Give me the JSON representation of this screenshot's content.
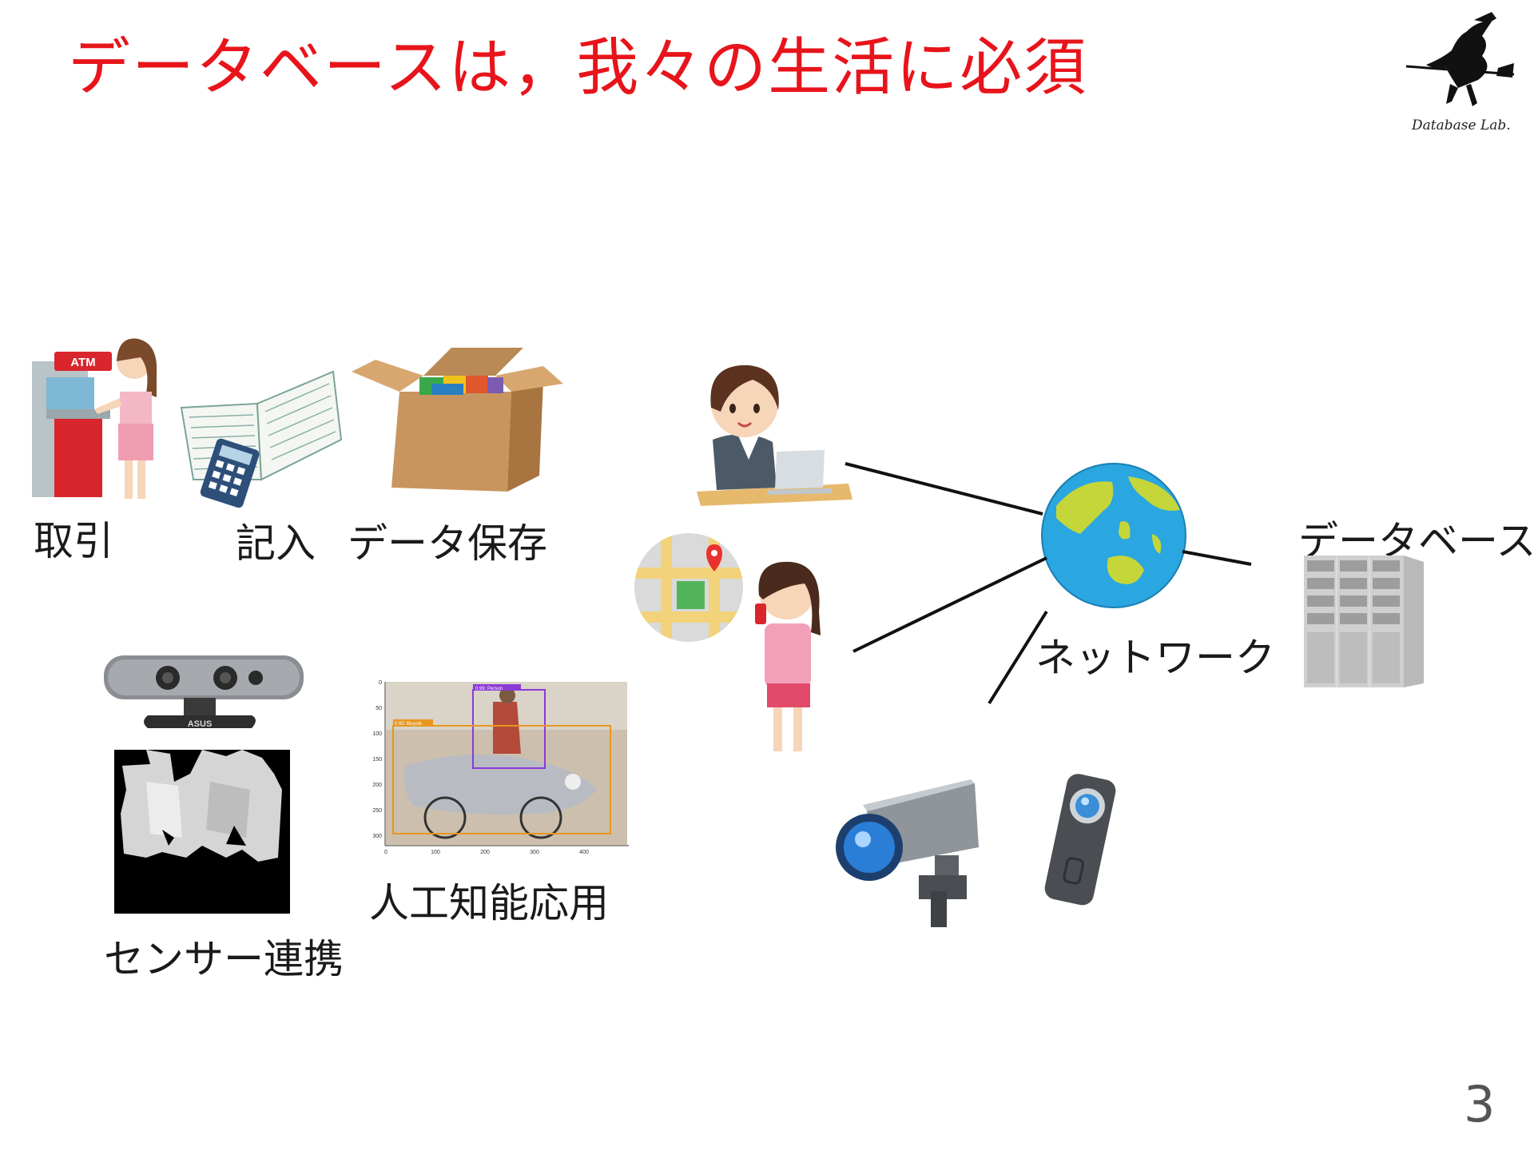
{
  "slide": {
    "title": "データベースは，我々の生活に必須",
    "page_number": "3",
    "logo_text": "Database Lab."
  },
  "labels": {
    "transaction": "取引",
    "entry": "記入",
    "data_storage": "データ保存",
    "network": "ネットワーク",
    "database": "データベース",
    "ai_application": "人工知能応用",
    "sensor": "センサー連携"
  },
  "illustrations": {
    "atm_sign": "ATM",
    "sensor_brand": "ASUS",
    "detection_person": "0.99: Person",
    "detection_bicycle": "0.92: Bicycle",
    "y_ticks": [
      "0",
      "50",
      "100",
      "150",
      "200",
      "250",
      "300"
    ],
    "x_ticks": [
      "0",
      "100",
      "200",
      "300",
      "400"
    ]
  },
  "colors": {
    "title": "#e8141b",
    "ocean": "#2aa6e0",
    "land": "#c5d63a",
    "box": "#c9955e"
  }
}
